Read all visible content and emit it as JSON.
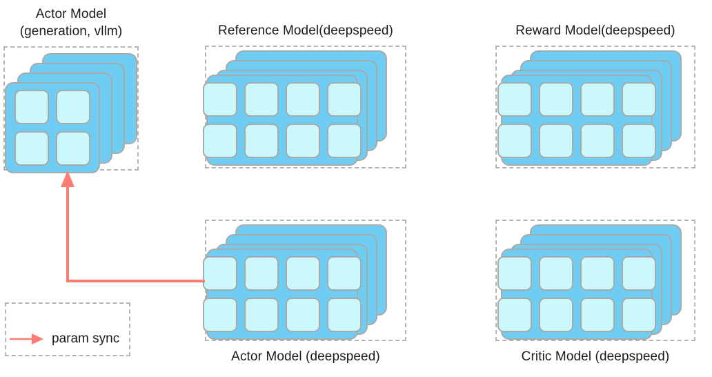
{
  "diagram": {
    "title_color": "#1b1b1b",
    "card_color": "#6fcdf4",
    "tile_color": "#cbf8fa",
    "card_border_color": "#a9a9a9",
    "dashed_border_color": "#b4b4b4",
    "arrow_color": "#fa7c72",
    "background": "#ffffff"
  },
  "blocks": {
    "actor_vllm": {
      "caption": "Actor Model\n(generation, vllm)",
      "caption_position": "top",
      "layers": 4,
      "tile_grid": "2x2",
      "tile_count": 4
    },
    "reference": {
      "caption": "Reference Model(deepspeed)",
      "caption_position": "top",
      "layers": 4,
      "tile_grid": "4x2",
      "tile_count": 8
    },
    "reward": {
      "caption": "Reward Model(deepspeed)",
      "caption_position": "top",
      "layers": 4,
      "tile_grid": "4x2",
      "tile_count": 8
    },
    "actor_deepspeed": {
      "caption": "Actor Model (deepspeed)",
      "caption_position": "bottom",
      "layers": 4,
      "tile_grid": "4x2",
      "tile_count": 8
    },
    "critic": {
      "caption": "Critic Model (deepspeed)",
      "caption_position": "bottom",
      "layers": 4,
      "tile_grid": "4x2",
      "tile_count": 8
    }
  },
  "connection": {
    "label": "param sync",
    "from": "actor_deepspeed",
    "to": "actor_vllm",
    "color": "#fa7c72"
  },
  "legend": {
    "items": [
      {
        "label": "param sync",
        "color": "#fa7c72",
        "marker": "arrow-right-icon"
      }
    ]
  }
}
